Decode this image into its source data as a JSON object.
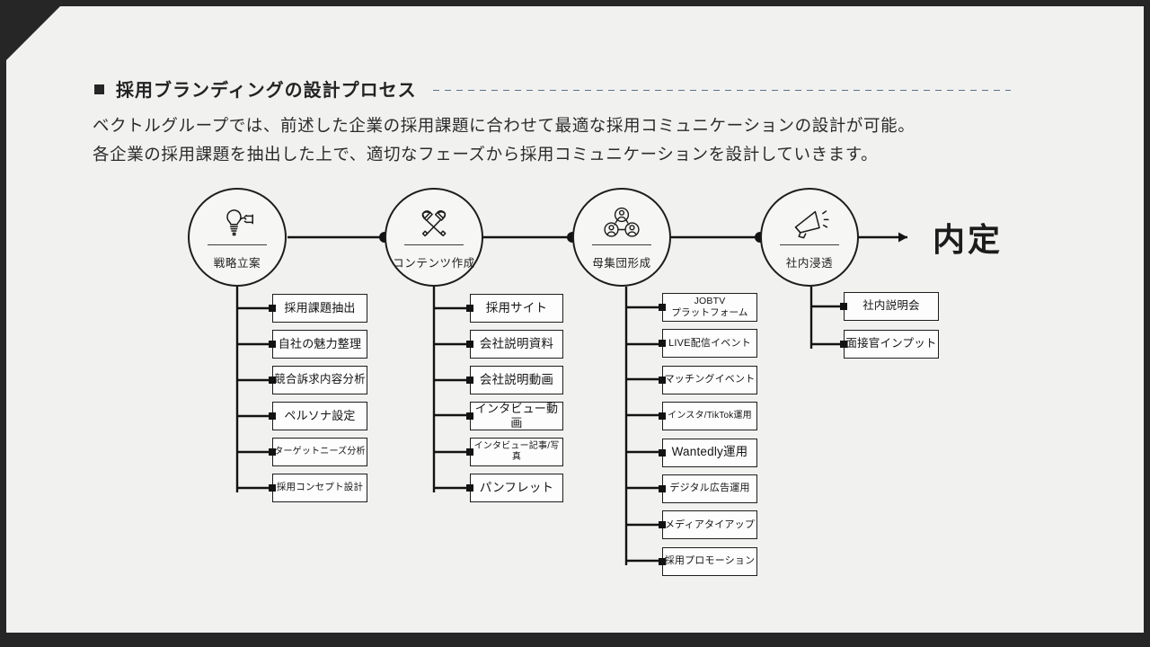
{
  "heading": {
    "title": "採用ブランディングの設計プロセス",
    "bullet": "square-bullet",
    "rule_color": "#5c7186"
  },
  "lead": {
    "line1": "ベクトルグループでは、前述した企業の採用課題に合わせて最適な採用コミュニケーションの設計が可能。",
    "line2": "各企業の採用課題を抽出した上で、適切なフェーズから採用コミュニケーションを設計していきます。"
  },
  "diagram": {
    "outcome_label": "内定",
    "stages": [
      {
        "label": "戦略立案",
        "icon": "lightbulb-plug-icon",
        "items": [
          {
            "text": "採用課題抽出",
            "size": 13
          },
          {
            "text": "自社の魅力整理",
            "size": 13
          },
          {
            "text": "競合訴求内容分析",
            "size": 12.5
          },
          {
            "text": "ペルソナ設定",
            "size": 13
          },
          {
            "text": "ターゲットニーズ分析",
            "size": 10
          },
          {
            "text": "採用コンセプト設計",
            "size": 10.5
          }
        ]
      },
      {
        "label": "コンテンツ作成",
        "icon": "hammer-tools-icon",
        "items": [
          {
            "text": "採用サイト",
            "size": 13.5
          },
          {
            "text": "会社説明資料",
            "size": 13.5
          },
          {
            "text": "会社説明動画",
            "size": 13.5
          },
          {
            "text": "インタビュー動画",
            "size": 13
          },
          {
            "text": "インタビュー記事/写真",
            "size": 10
          },
          {
            "text": "パンフレット",
            "size": 13.5
          }
        ]
      },
      {
        "label": "母集団形成",
        "icon": "people-network-icon",
        "items": [
          {
            "text": "JOBTV\nプラットフォーム",
            "size": 10.5
          },
          {
            "text": "LIVE配信イベント",
            "size": 11
          },
          {
            "text": "マッチングイベント",
            "size": 11
          },
          {
            "text": "インスタ/TikTok運用",
            "size": 10
          },
          {
            "text": "Wantedly運用",
            "size": 13.5
          },
          {
            "text": "デジタル広告運用",
            "size": 11
          },
          {
            "text": "メディアタイアップ",
            "size": 11
          },
          {
            "text": "採用プロモーション",
            "size": 11
          }
        ]
      },
      {
        "label": "社内浸透",
        "icon": "megaphone-icon",
        "items": [
          {
            "text": "社内説明会",
            "size": 12.5
          },
          {
            "text": "面接官インプット",
            "size": 12.5
          }
        ]
      }
    ]
  },
  "colors": {
    "frame": "#262626",
    "panel": "#f1f1f0",
    "ink": "#1d1d1d",
    "accent_dash": "#5c7186"
  }
}
